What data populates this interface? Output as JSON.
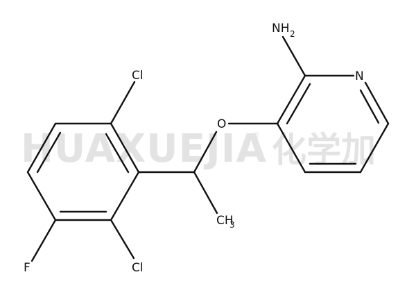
{
  "watermark": {
    "brand": "HUAXUEJIA",
    "registered": "®",
    "chinese": "化学加"
  },
  "atoms": {
    "cl_top": "Cl",
    "cl_bottom": "Cl",
    "fluorine": "F",
    "oxygen": "O",
    "nitrogen": "N",
    "amine": {
      "main": "NH",
      "subscript": "2"
    },
    "methyl": {
      "main": "CH",
      "subscript": "3"
    }
  },
  "colors": {
    "bond": "#111111",
    "text": "#111111",
    "watermark": "#e3e3e3",
    "background": "#ffffff"
  }
}
